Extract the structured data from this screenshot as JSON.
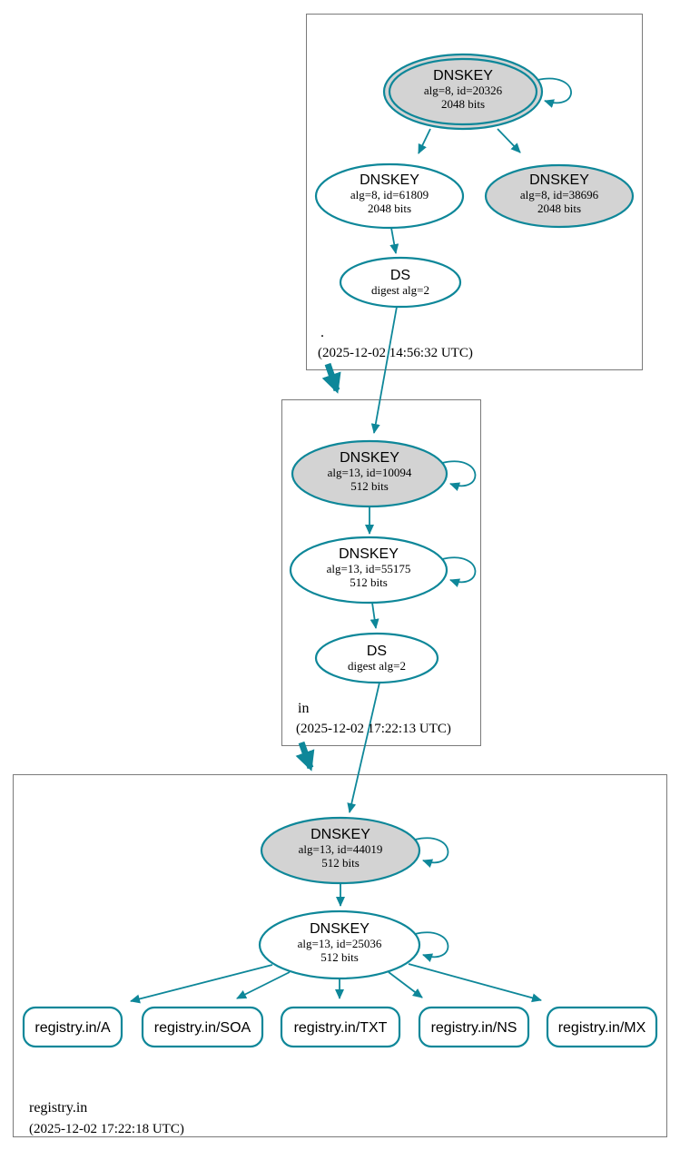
{
  "colors": {
    "accent_teal": "#0e8799",
    "ksk_fill_gray": "#d3d3d3",
    "node_fill_white": "#ffffff",
    "cluster_border_gray": "#7a7a7a"
  },
  "zones": [
    {
      "label": ".",
      "timestamp": "(2025-12-02 14:56:32 UTC)",
      "nodes": {
        "ksk": {
          "type": "DNSKEY",
          "line1": "alg=8, id=20326",
          "line2": "2048 bits"
        },
        "zsk": {
          "type": "DNSKEY",
          "line1": "alg=8, id=61809",
          "line2": "2048 bits"
        },
        "ksk2": {
          "type": "DNSKEY",
          "line1": "alg=8, id=38696",
          "line2": "2048 bits"
        },
        "ds": {
          "type": "DS",
          "line1": "digest alg=2"
        }
      }
    },
    {
      "label": "in",
      "timestamp": "(2025-12-02 17:22:13 UTC)",
      "nodes": {
        "ksk": {
          "type": "DNSKEY",
          "line1": "alg=13, id=10094",
          "line2": "512 bits"
        },
        "zsk": {
          "type": "DNSKEY",
          "line1": "alg=13, id=55175",
          "line2": "512 bits"
        },
        "ds": {
          "type": "DS",
          "line1": "digest alg=2"
        }
      }
    },
    {
      "label": "registry.in",
      "timestamp": "(2025-12-02 17:22:18 UTC)",
      "nodes": {
        "ksk": {
          "type": "DNSKEY",
          "line1": "alg=13, id=44019",
          "line2": "512 bits"
        },
        "zsk": {
          "type": "DNSKEY",
          "line1": "alg=13, id=25036",
          "line2": "512 bits"
        }
      },
      "rrsets": [
        {
          "label": "registry.in/A"
        },
        {
          "label": "registry.in/SOA"
        },
        {
          "label": "registry.in/TXT"
        },
        {
          "label": "registry.in/NS"
        },
        {
          "label": "registry.in/MX"
        }
      ]
    }
  ]
}
